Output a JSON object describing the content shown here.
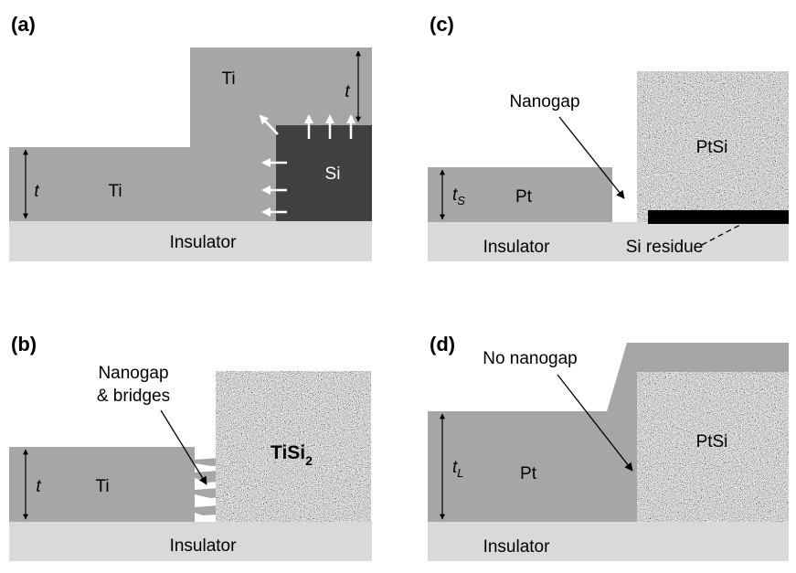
{
  "panels": {
    "a": {
      "label": "(a)",
      "ti_upper": "Ti",
      "ti_lower": "Ti",
      "si": "Si",
      "insulator": "Insulator",
      "t_right": "t",
      "t_left": "t"
    },
    "b": {
      "label": "(b)",
      "ti": "Ti",
      "silicide_main": "TiSi",
      "silicide_sub": "2",
      "insulator": "Insulator",
      "t": "t",
      "annotation_line1": "Nanogap",
      "annotation_line2": "& bridges"
    },
    "c": {
      "label": "(c)",
      "pt": "Pt",
      "ptsi": "PtSi",
      "insulator": "Insulator",
      "si_residue": "Si residue",
      "nanogap": "Nanogap",
      "t_main": "t",
      "t_sub": "S"
    },
    "d": {
      "label": "(d)",
      "pt": "Pt",
      "ptsi": "PtSi",
      "insulator": "Insulator",
      "no_nanogap": "No nanogap",
      "t_main": "t",
      "t_sub": "L"
    }
  },
  "colors": {
    "insulator": "#d9d9d9",
    "metal": "#a6a6a6",
    "silicon": "#404040",
    "residue": "#000000",
    "arrow_white": "#ffffff"
  }
}
